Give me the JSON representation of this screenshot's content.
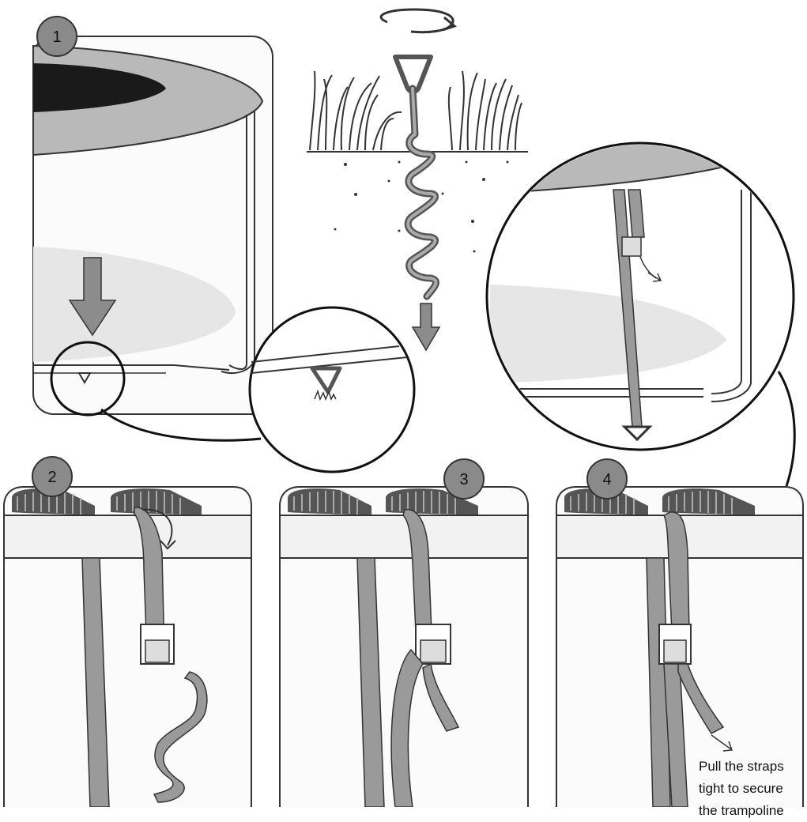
{
  "steps": [
    {
      "number": "1"
    },
    {
      "number": "2"
    },
    {
      "number": "3"
    },
    {
      "number": "4"
    }
  ],
  "caption": {
    "lines": [
      "Pull the straps",
      "tight to secure",
      "the trampoline"
    ]
  },
  "colors": {
    "outline": "#333333",
    "badge": "#8a8a8a",
    "strap": "#9a9a9a",
    "rail": "#f2f2f2",
    "frame_fill": "#fbfbfb",
    "arrow": "#8c8c8c",
    "trampoline_mat": "#1a1a1a",
    "trampoline_rim": "#b5b5b5"
  }
}
